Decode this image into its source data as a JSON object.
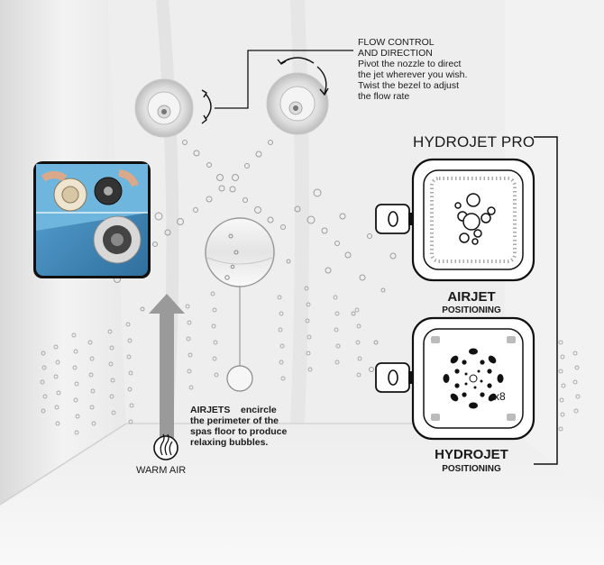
{
  "flow_control": {
    "heading_line1": "FLOW CONTROL",
    "heading_line2": "AND DIRECTION",
    "body_line1": "Pivot the nozzle to direct",
    "body_line2": "the jet wherever you wish.",
    "body_line3": "Twist the bezel to adjust",
    "body_line4": "the flow rate"
  },
  "airjets_note": {
    "lead": "AIRJETS",
    "line1": "encircle",
    "line2": "the perimeter of the",
    "line3": "spas floor to produce",
    "line4": "relaxing bubbles."
  },
  "warm_air": {
    "label": "WARM AIR",
    "icon": "heat-icon"
  },
  "hydrojet_pro": {
    "title": "HYDROJET PRO"
  },
  "airjet_positioning": {
    "title": "AIRJET",
    "subtitle": "POSITIONING"
  },
  "hydrojet_positioning": {
    "title": "HYDROJET",
    "subtitle": "POSITIONING",
    "count": "x8"
  },
  "colors": {
    "arrow": "#9a9a9a",
    "wall": "#ececec",
    "dots": "#a8a8a8",
    "panel": "#1a1a1a"
  }
}
